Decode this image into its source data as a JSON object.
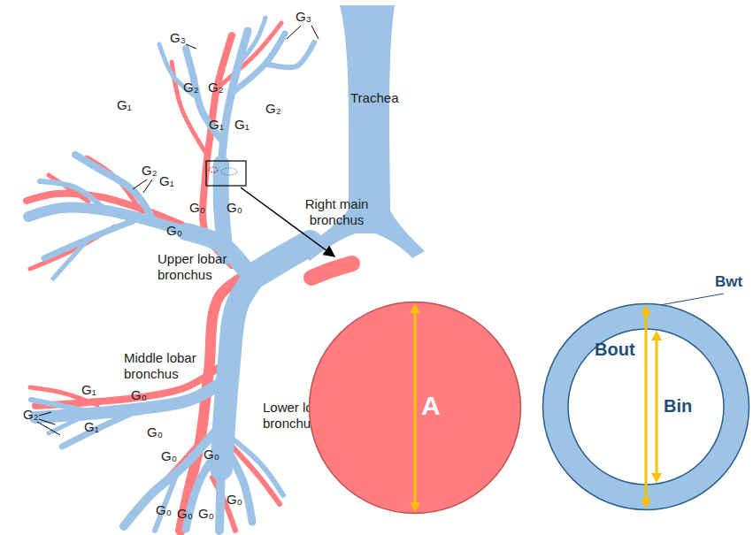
{
  "diagram": {
    "nodes": [
      {
        "text": [
          "A"
        ]
      },
      {
        "text": [
          "Bout",
          "Bin"
        ]
      }
    ],
    "labels": [
      "G₃",
      "G₃",
      "Trachea",
      "G₁",
      "G₂",
      "G₂",
      "G₂",
      "G₁",
      "G₁",
      "G₂",
      "G₁",
      "G₀",
      "G₀",
      "Right main bronchus",
      "G₀",
      "Upper lobar bronchus",
      "Middle lobar bronchus",
      "G₁",
      "G₀",
      "G₂",
      "G₁",
      "G₀",
      "Lower lobar bronchus",
      "G₀",
      "G₀",
      "G₀",
      "G₀",
      "G₀",
      "G₀",
      "Bwt"
    ]
  }
}
